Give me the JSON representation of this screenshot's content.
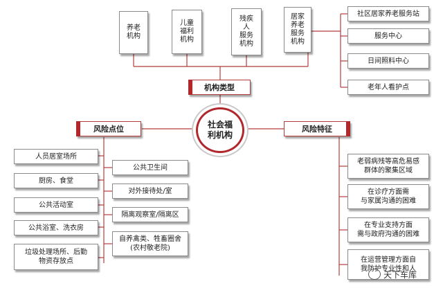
{
  "center": {
    "title": "社会福\n利机构"
  },
  "categories": {
    "types": "机构类型",
    "risk_points": "风险点位",
    "risk_features": "风险特征"
  },
  "institution_types": [
    {
      "label": "养老\n机构"
    },
    {
      "label": "儿童\n福利\n机构"
    },
    {
      "label": "残疾\n人\n服务\n机构"
    },
    {
      "label": "居家\n养老\n服务\n机构"
    }
  ],
  "home_care_items": [
    "社区居家养老服务站",
    "服务中心",
    "日间照料中心",
    "老年人看护点"
  ],
  "risk_points_left": [
    "人员居室场所",
    "厨房、食堂",
    "公共活动室",
    "公共浴室、洗衣房",
    "垃圾处理场所、后勤\n物资存放点"
  ],
  "risk_points_right": [
    "公共卫生间",
    "对外接待处/室",
    "隔离观察室/隔离区",
    "自养禽类、牲畜圈舍\n(农村敬老院)"
  ],
  "risk_features": [
    "老弱病残等高危易感\n群体的聚集区域",
    "在诊疗方面需\n与家属沟通的困难",
    "在专业支持方面\n需与政府沟通的困难",
    "在运营管理方面自\n我防护专业性和人"
  ],
  "watermark": "天下车库",
  "colors": {
    "accent": "#b0282b",
    "line": "#b43c3c",
    "border": "#8a8a8a"
  }
}
